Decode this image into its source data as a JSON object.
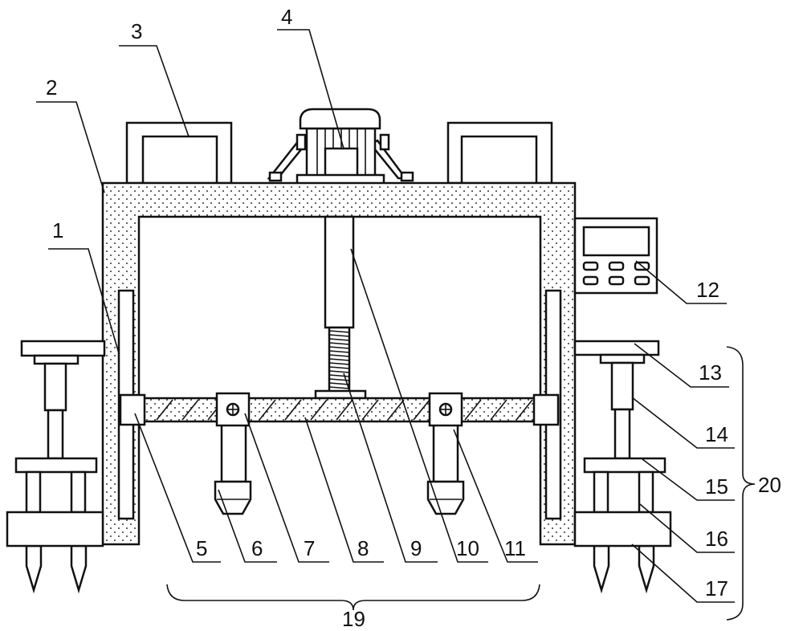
{
  "labels": {
    "l1": "1",
    "l2": "2",
    "l3": "3",
    "l4": "4",
    "l5": "5",
    "l6": "6",
    "l7": "7",
    "l8": "8",
    "l9": "9",
    "l10": "10",
    "l11": "11",
    "l12": "12",
    "l13": "13",
    "l14": "14",
    "l15": "15",
    "l16": "16",
    "l17": "17",
    "l19": "19",
    "l20": "20"
  },
  "colors": {
    "line": "#111111",
    "background": "#ffffff"
  }
}
